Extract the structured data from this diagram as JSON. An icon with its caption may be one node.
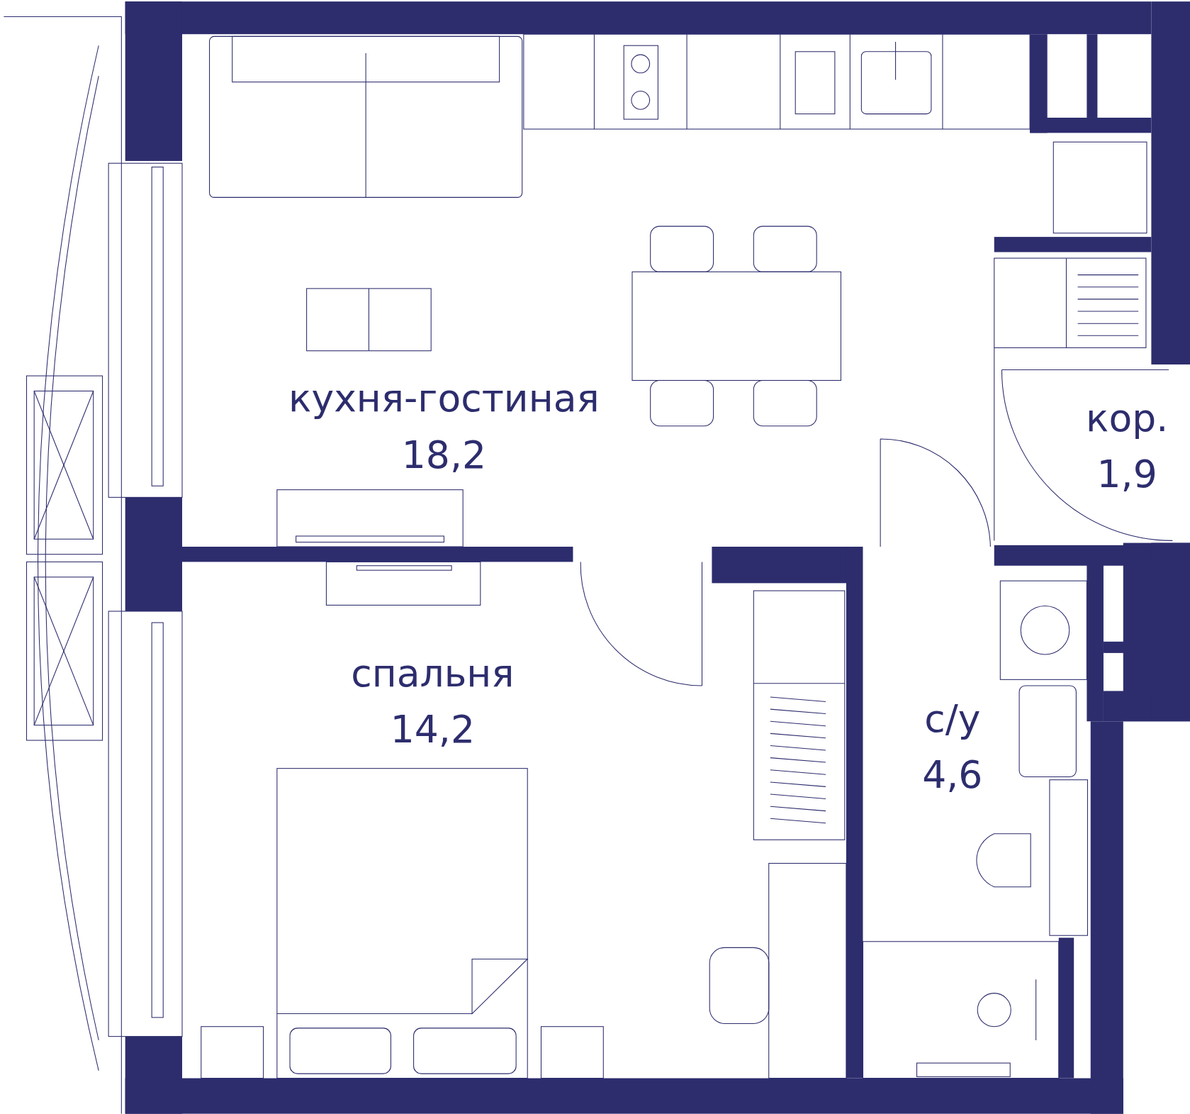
{
  "diagram": {
    "nodes": [
      {
        "text": [
          "кухня-гостиная",
          "18,2"
        ]
      },
      {
        "text": [
          "кор.",
          "1,9"
        ]
      },
      {
        "text": [
          "спальня",
          "14,2"
        ]
      },
      {
        "text": [
          "с/у",
          "4,6"
        ]
      }
    ]
  }
}
